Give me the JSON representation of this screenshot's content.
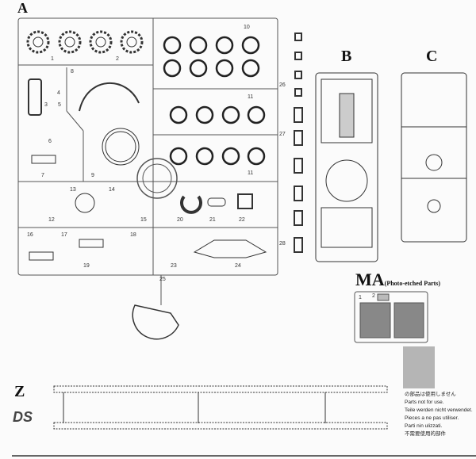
{
  "sprues": {
    "A": {
      "letter": "A",
      "parts": [
        "1",
        "2",
        "3",
        "4",
        "5",
        "6",
        "7",
        "8",
        "9",
        "10",
        "11",
        "11",
        "12",
        "13",
        "14",
        "15",
        "16",
        "17",
        "18",
        "19",
        "20",
        "21",
        "22",
        "23",
        "24",
        "25",
        "26",
        "27",
        "28"
      ]
    },
    "B": {
      "letter": "B"
    },
    "C": {
      "letter": "C"
    },
    "MA": {
      "letter": "MA",
      "subtitle": "(Photo-etched Parts)",
      "parts": [
        "1",
        "2"
      ]
    },
    "Z": {
      "letter": "Z"
    }
  },
  "logo": "DS",
  "notice": [
    "の部品は使用しません",
    "Parts not for use.",
    "Teile werden nicht verwendet.",
    "Pieces a ne pas utiliser.",
    "Parti nin ulizzati.",
    "不需要使用的部件"
  ],
  "colors": {
    "unused_part": "#b5b5b5",
    "line": "#444444"
  }
}
